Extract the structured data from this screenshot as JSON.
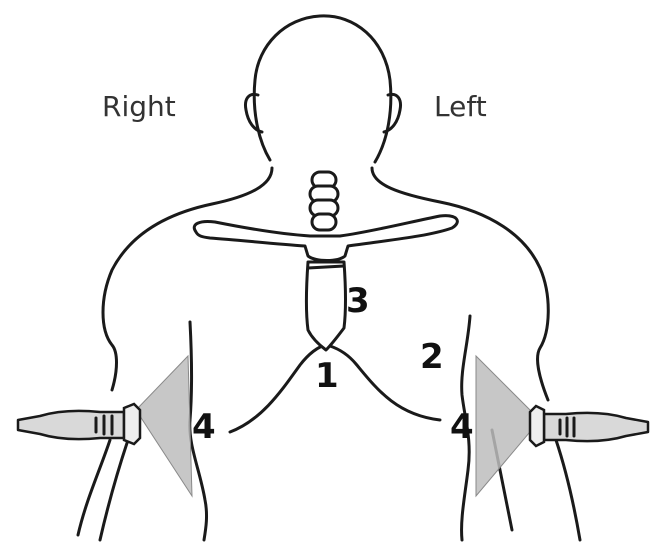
{
  "labels": {
    "right_side": "Right",
    "left_side": "Left",
    "point_1": "1",
    "point_2": "2",
    "point_3": "3",
    "point_4_right": "4",
    "point_4_left": "4"
  },
  "colors": {
    "outline": "#1a1a1a",
    "probe": "#d9d9d9",
    "beam": "#bdbdbd",
    "text": "#333333"
  },
  "icons": [
    "torso-figure",
    "ultrasound-probe-icon",
    "ultrasound-beam-icon"
  ]
}
